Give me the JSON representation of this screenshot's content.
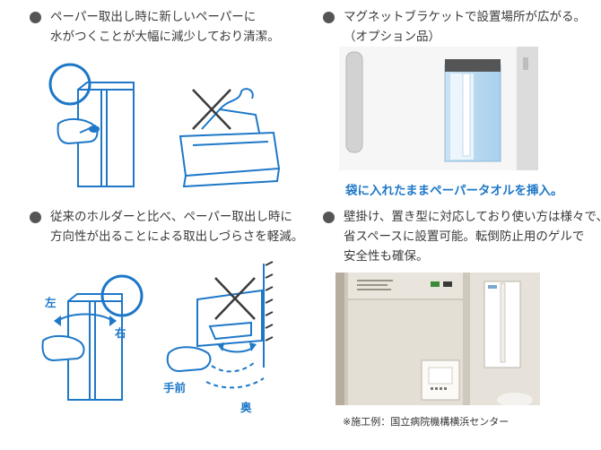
{
  "features": {
    "f1": {
      "line1": "ペーパー取出し時に新しいペーパーに",
      "line2": "水がつくことが大幅に減少しており清潔。"
    },
    "f2": {
      "line1": "マグネットブラケットで設置場所が広がる。",
      "line2": "（オプション品）"
    },
    "f3": {
      "line1": "従来のホルダーと比べ、ペーパー取出し時に",
      "line2": "方向性が出ることによる取出しづらさを軽減。"
    },
    "f4": {
      "line1": "壁掛け、置き型に対応しており使い方は様々で、",
      "line2": "省スペースに設置可能。転倒防止用のゲルで",
      "line3": "安全性も確保。"
    }
  },
  "magnet_caption": "袋に入れたままペーパータオルを挿入。",
  "labels": {
    "left": "左",
    "right": "右",
    "front": "手前",
    "back": "奥"
  },
  "case_caption": "※施工例：国立病院機構横浜センター",
  "colors": {
    "accent_blue": "#1e78c8",
    "bullet": "#555555",
    "text": "#3a3a3a"
  }
}
